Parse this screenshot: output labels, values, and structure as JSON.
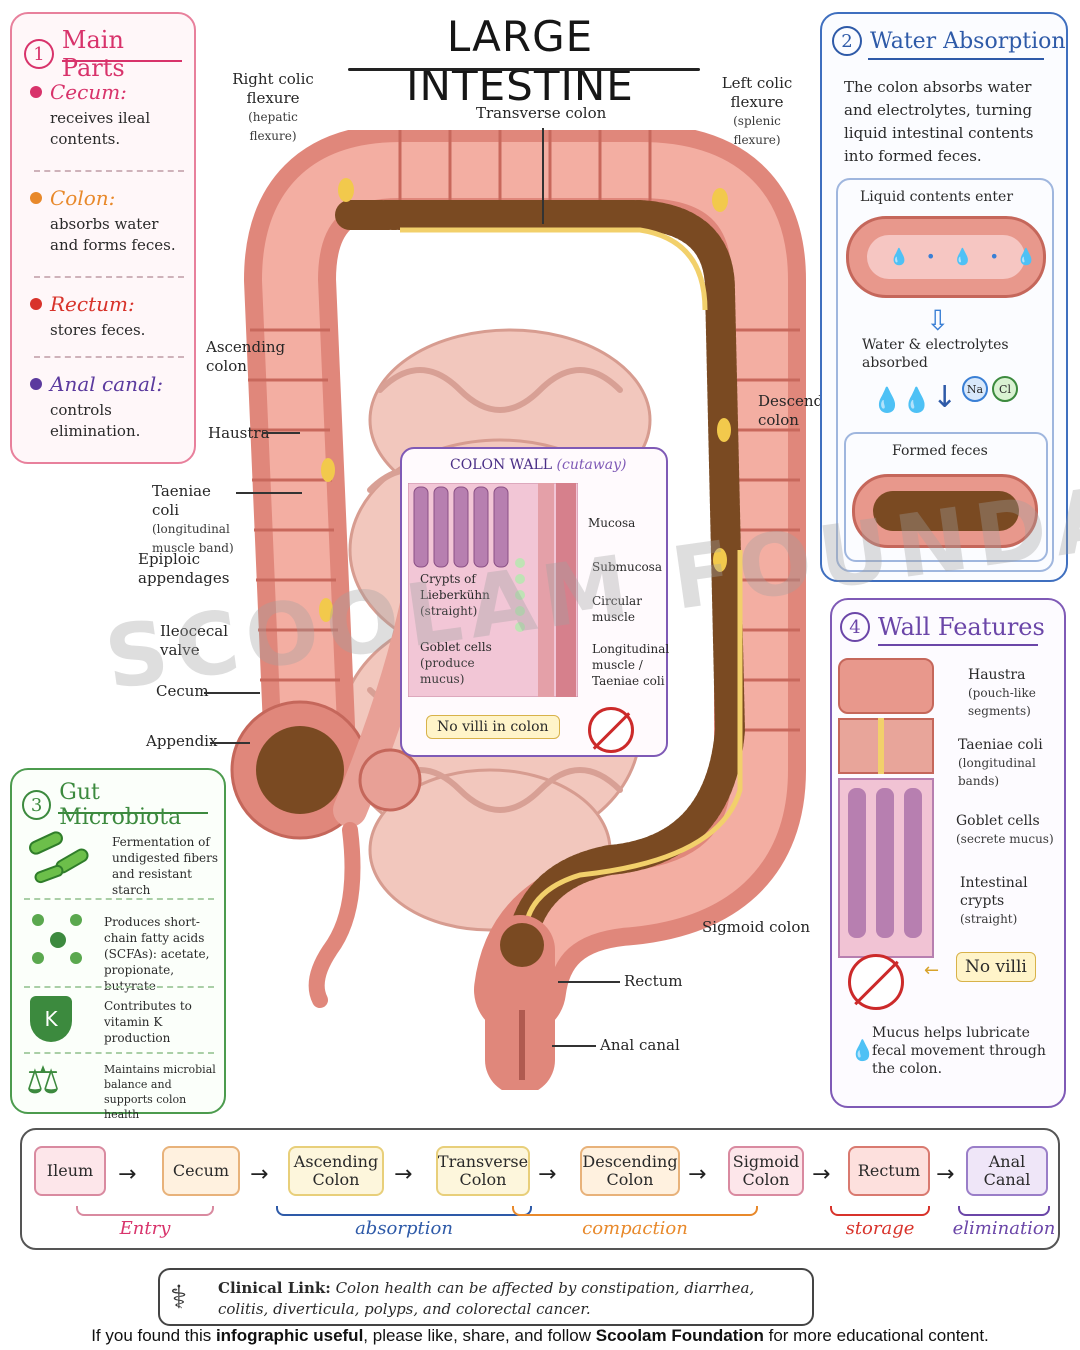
{
  "title": "LARGE INTESTINE",
  "colors": {
    "pink": "#d8336b",
    "orange": "#e8892b",
    "red": "#d8332b",
    "purple": "#5b3a9e",
    "blue": "#2e5aa8",
    "green": "#3c8a3e",
    "violet": "#6b46a8"
  },
  "main_parts": {
    "number": "1",
    "title": "Main Parts",
    "items": [
      {
        "term": "Cecum:",
        "desc": "receives ileal contents."
      },
      {
        "term": "Colon:",
        "desc": "absorbs water and forms feces."
      },
      {
        "term": "Rectum:",
        "desc": "stores feces."
      },
      {
        "term": "Anal canal:",
        "desc": "controls elimination."
      }
    ]
  },
  "water_absorption": {
    "number": "2",
    "title": "Water Absorption",
    "desc": "The colon absorbs water and electrolytes, turning liquid intestinal contents into formed feces.",
    "liquid_label": "Liquid contents enter",
    "absorbed_label": "Water & electrolytes absorbed",
    "na": "Na",
    "cl": "Cl",
    "formed_label": "Formed feces"
  },
  "gut_microbiota": {
    "number": "3",
    "title": "Gut Microbiota",
    "items": [
      {
        "icon": "bacteria-icon",
        "text": "Fermentation of undigested fibers and resistant starch"
      },
      {
        "icon": "molecule-icon",
        "text": "Produces short-chain fatty acids (SCFAs): acetate, propionate, butyrate"
      },
      {
        "icon": "shield-k-icon",
        "icon_text": "K",
        "text": "Contributes to vitamin K production"
      },
      {
        "icon": "balance-scale-icon",
        "text": "Maintains microbial balance and supports colon health"
      }
    ]
  },
  "wall_features": {
    "number": "4",
    "title": "Wall Features",
    "haustra": "Haustra",
    "haustra_sub": "(pouch-like segments)",
    "taeniae": "Taeniae coli",
    "taeniae_sub": "(longitudinal bands)",
    "goblet": "Goblet cells",
    "goblet_sub": "(secrete mucus)",
    "crypts": "Intestinal crypts",
    "crypts_sub": "(straight)",
    "no_villi": "No villi",
    "mucus": "Mucus helps lubricate fecal movement through the colon."
  },
  "anatomy_labels": {
    "right_flexure": "Right colic flexure",
    "right_flexure_sub": "(hepatic flexure)",
    "transverse": "Transverse colon",
    "left_flexure": "Left colic flexure",
    "left_flexure_sub": "(splenic flexure)",
    "ascending": "Ascending colon",
    "haustra": "Haustra",
    "taeniae": "Taeniae coli",
    "taeniae_sub": "(longitudinal muscle band)",
    "epiploic": "Epiploic appendages",
    "ileocecal": "Ileocecal valve",
    "cecum": "Cecum",
    "appendix": "Appendix",
    "descending": "Descending colon",
    "sigmoid": "Sigmoid colon",
    "rectum": "Rectum",
    "anal": "Anal canal"
  },
  "colon_wall": {
    "title": "COLON WALL",
    "title_sub": "(cutaway)",
    "mucosa": "Mucosa",
    "submucosa": "Submucosa",
    "circular": "Circular muscle",
    "longitudinal": "Longitudinal muscle / Taeniae coli",
    "crypts": "Crypts of Lieberkühn",
    "crypts_sub": "(straight)",
    "goblet": "Goblet cells",
    "goblet_sub": "(produce mucus)",
    "no_villi": "No villi in colon"
  },
  "flow": {
    "steps": [
      "Ileum",
      "Cecum",
      "Ascending Colon",
      "Transverse Colon",
      "Descending Colon",
      "Sigmoid Colon",
      "Rectum",
      "Anal Canal"
    ],
    "captions": [
      "Entry",
      "absorption",
      "compaction",
      "storage",
      "elimination"
    ]
  },
  "clinical": {
    "label": "Clinical Link:",
    "text": "Colon health can be affected by constipation, diarrhea, colitis, diverticula, polyps, and colorectal cancer."
  },
  "footer": {
    "pre": "If you found this ",
    "b1": "infographic useful",
    "mid": ", please like, share, and follow ",
    "b2": "Scoolam Foundation",
    "post": " for more educational content."
  },
  "watermark": "SCOOLAM FOUNDATION"
}
